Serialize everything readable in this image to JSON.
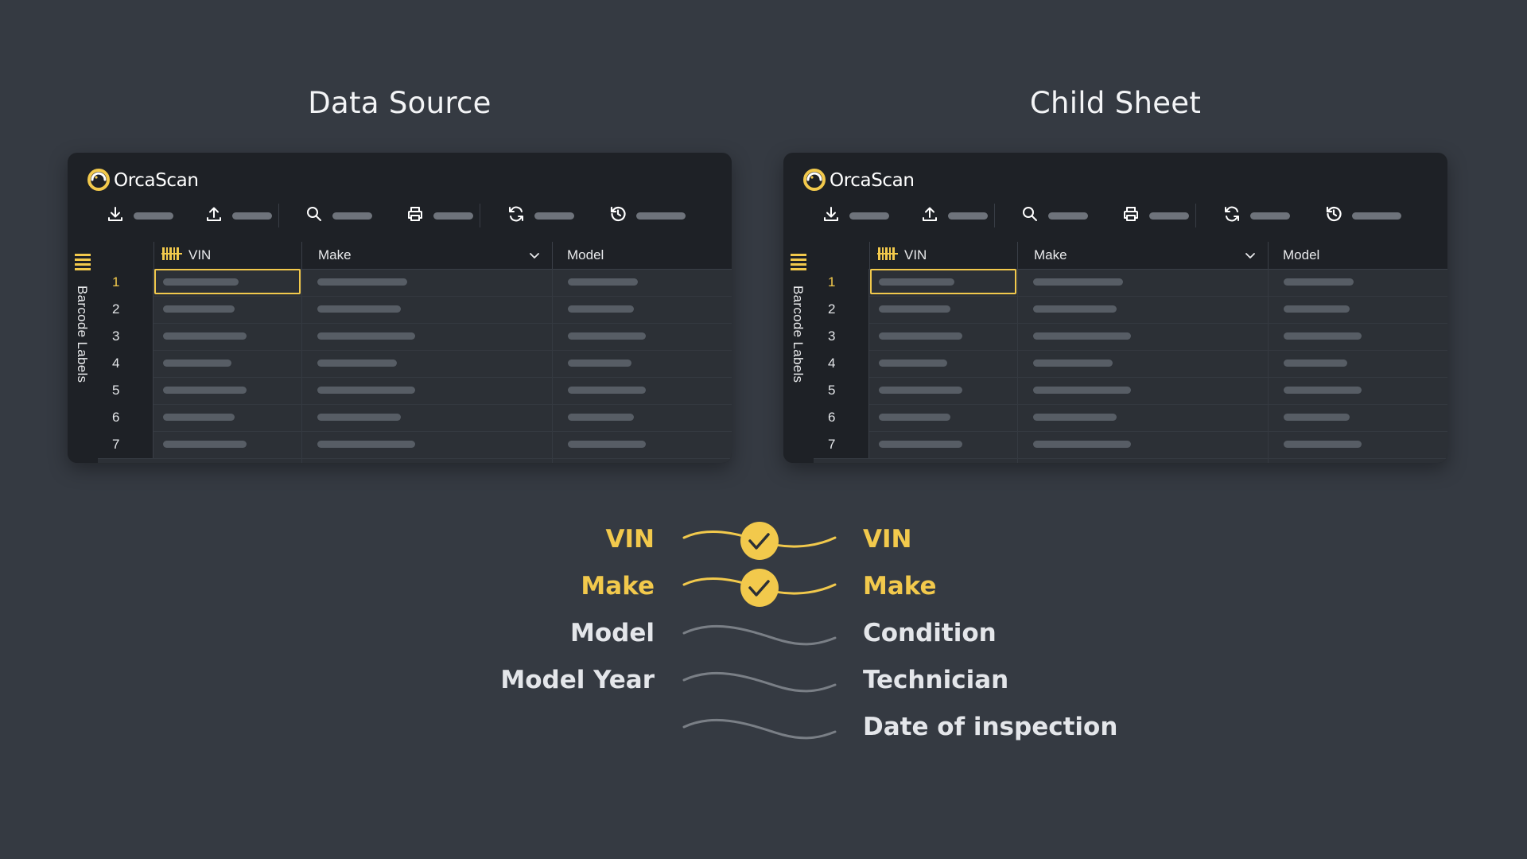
{
  "colors": {
    "accent": "#f2c94c",
    "text_muted": "#e4e6ea",
    "background": "#353a42"
  },
  "panels": [
    {
      "title": "Data Source",
      "app_name": "OrcaScan",
      "sidebar_label": "Barcode Labels",
      "columns": [
        "VIN",
        "Make",
        "Model"
      ],
      "rows": [
        "1",
        "2",
        "3",
        "4",
        "5",
        "6",
        "7"
      ]
    },
    {
      "title": "Child Sheet",
      "app_name": "OrcaScan",
      "sidebar_label": "Barcode Labels",
      "columns": [
        "VIN",
        "Make",
        "Model"
      ],
      "rows": [
        "1",
        "2",
        "3",
        "4",
        "5",
        "6",
        "7"
      ]
    }
  ],
  "toolbar_icons": [
    "download-icon",
    "upload-icon",
    "search-icon",
    "print-icon",
    "sync-icon",
    "history-icon"
  ],
  "mapping": [
    {
      "source": "VIN",
      "target": "VIN",
      "matched": true
    },
    {
      "source": "Make",
      "target": "Make",
      "matched": true
    },
    {
      "source": "Model",
      "target": "Condition",
      "matched": false
    },
    {
      "source": "Model Year",
      "target": "Technician",
      "matched": false
    },
    {
      "source": "",
      "target": "Date of inspection",
      "matched": false
    }
  ]
}
